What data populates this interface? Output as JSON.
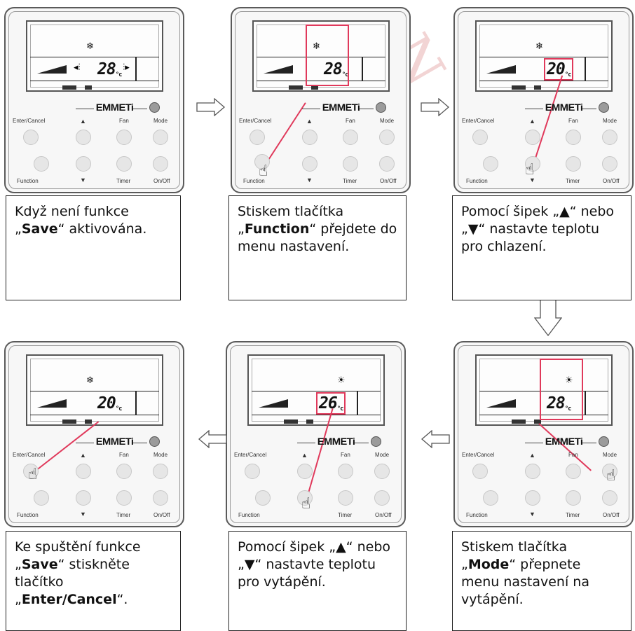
{
  "brand": "EMMETi",
  "buttons": {
    "enter_cancel": "Enter/Cancel",
    "up": "▲",
    "fan": "Fan",
    "mode": "Mode",
    "function": "Function",
    "down": "▼",
    "timer": "Timer",
    "on_off": "On/Off"
  },
  "panels": [
    {
      "temp": "28",
      "mode_icon": "❄",
      "caption_pre": "Když není funkce „",
      "caption_bold": "Save",
      "caption_post": "“ aktivována."
    },
    {
      "temp": "28",
      "mode_icon": "❄",
      "caption_pre": "Stiskem tlačítka „",
      "caption_bold": "Function",
      "caption_post": "“ přejdete do menu nastavení."
    },
    {
      "temp": "20",
      "mode_icon": "❄",
      "caption_text": "Pomocí šipek „▲“ nebo „▼“ nastavte teplotu pro chlazení."
    },
    {
      "temp": "28",
      "mode_icon": "☀",
      "caption_pre": "Stiskem tlačítka „",
      "caption_bold": "Mode",
      "caption_post": "“ přepnete menu nastavení na vytápění."
    },
    {
      "temp": "26",
      "mode_icon": "☀",
      "caption_text": "Pomocí šipek „▲“ nebo „▼“ nastavte teplotu pro vytápění."
    },
    {
      "temp": "20",
      "mode_icon": "❄",
      "caption_pre": "Ke spuštění funkce „",
      "caption_bold": "Save",
      "caption_post": "“ stiskněte tlačítko „",
      "caption_bold2": "Enter/Cancel",
      "caption_post2": "“."
    }
  ],
  "colors": {
    "highlight": "#e0395b",
    "panel_border": "#5a5a5a"
  }
}
